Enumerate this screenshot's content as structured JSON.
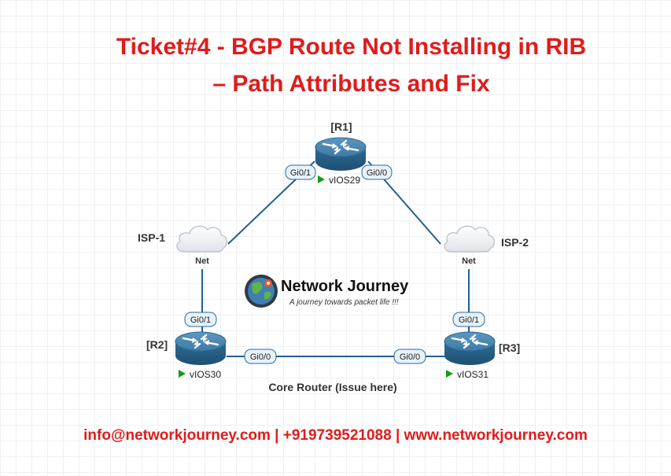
{
  "title": {
    "line1": "Ticket#4 - BGP Route Not Installing in RIB",
    "line2": "– Path Attributes and Fix"
  },
  "nodes": {
    "r1": {
      "label": "[R1]",
      "device": "vIOS29"
    },
    "r2": {
      "label": "[R2]",
      "device": "vIOS30"
    },
    "r3": {
      "label": "[R3]",
      "device": "vIOS31"
    },
    "isp1": {
      "label": "ISP-1",
      "cloud_text": "Net"
    },
    "isp2": {
      "label": "ISP-2",
      "cloud_text": "Net"
    }
  },
  "interfaces": {
    "r1_left": "Gi0/1",
    "r1_right": "Gi0/0",
    "r2_top": "Gi0/1",
    "r2_right": "Gi0/0",
    "r3_top": "Gi0/1",
    "r3_left": "Gi0/0"
  },
  "core_label": "Core Router (Issue here)",
  "logo": {
    "name": "Network Journey",
    "tagline": "A journey towards packet life !!!"
  },
  "footer": "info@networkjourney.com | +919739521088 | www.networkjourney.com",
  "colors": {
    "title": "#e01b1b",
    "link": "#1f5f99",
    "router": "#2a6a94",
    "status": "#1a9a1a"
  }
}
